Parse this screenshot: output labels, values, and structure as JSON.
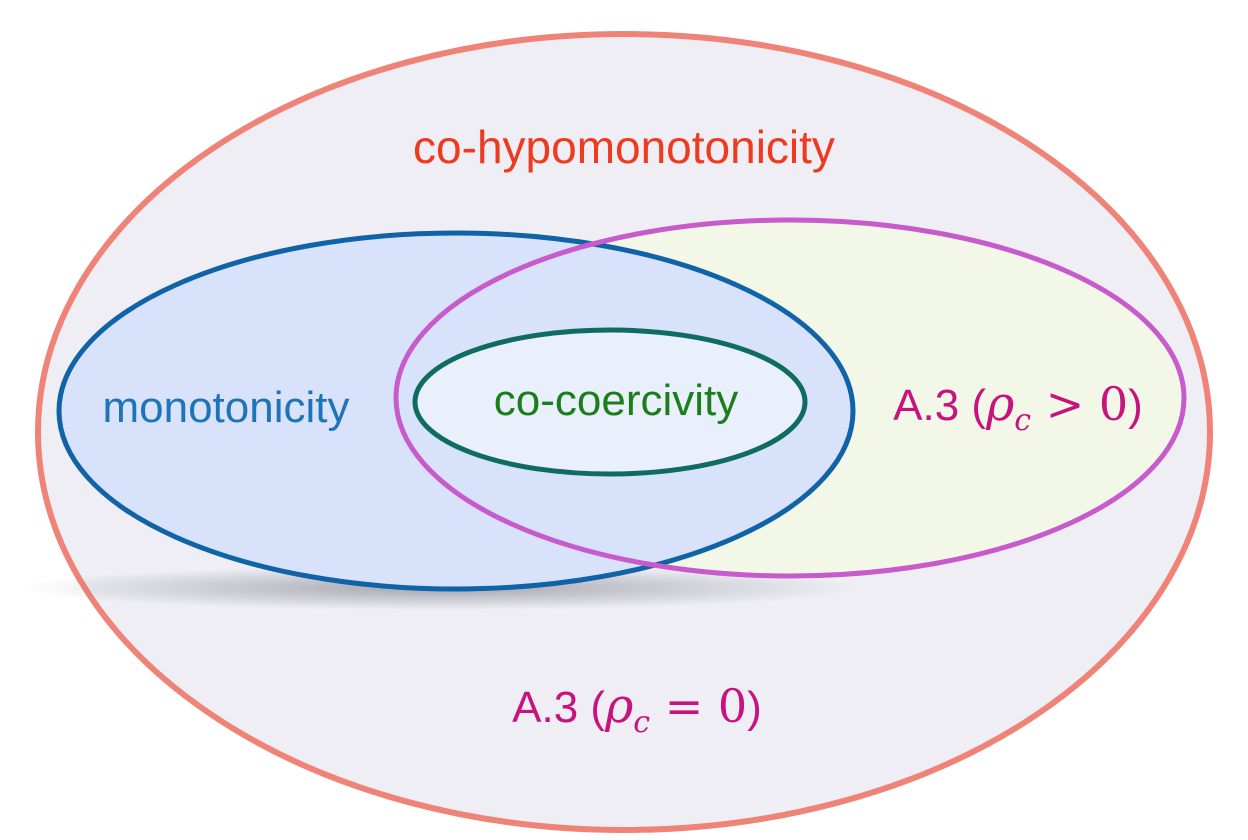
{
  "diagram": {
    "outer_set": {
      "label": "co-hypomonotonicity",
      "color": "#ee3a1e",
      "stroke": "#ef8378",
      "fill": "#eeeef4"
    },
    "bottom_region": {
      "prefix": "A.3 (",
      "math": "ρ",
      "subscript": "c",
      "relation": " = 0",
      "suffix": ")",
      "color": "#c8127e"
    },
    "monotonicity_set": {
      "label": "monotonicity",
      "color": "#1f74b8",
      "stroke": "#0f63a6",
      "fill": "#d9e2fb"
    },
    "assumption_set": {
      "prefix": "A.3 (",
      "math": "ρ",
      "subscript": "c",
      "relation": " > 0",
      "suffix": ")",
      "color": "#c8127e",
      "stroke": "#c85bcc",
      "fill": "#f3f7e8"
    },
    "cocoercivity_set": {
      "label": "co-coercivity",
      "color": "#1a7f1a",
      "stroke": "#0f6c62",
      "fill": "#eaf0fb"
    }
  }
}
